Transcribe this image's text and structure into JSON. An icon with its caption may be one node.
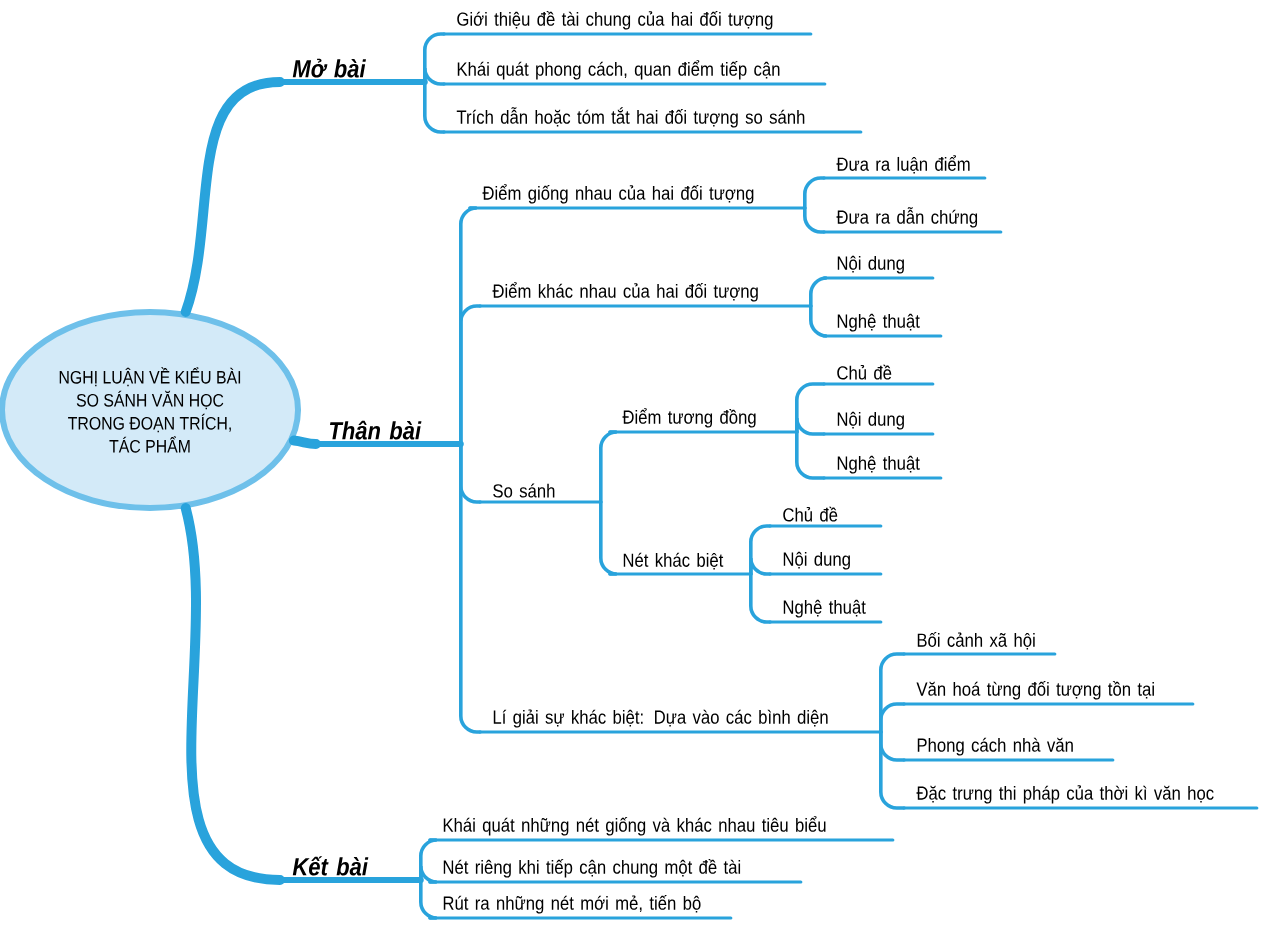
{
  "diagram": {
    "nodes": [
      {
        "text": [
          "NGHỊ LUẬN VỀ KIỂU BÀI SO SÁNH VĂN HỌC TRONG ĐOẠN TRÍCH, TÁC PHẨM"
        ]
      },
      {
        "text": [
          "Mở bài"
        ]
      },
      {
        "text": [
          "Giới thiệu đề tài chung của hai đối tượng"
        ]
      },
      {
        "text": [
          "Khái quát phong cách, quan điểm tiếp cận"
        ]
      },
      {
        "text": [
          "Trích dẫn hoặc tóm tắt hai đối tượng so sánh"
        ]
      },
      {
        "text": [
          "Thân bài"
        ]
      },
      {
        "text": [
          "Điểm giống nhau của hai đối tượng"
        ]
      },
      {
        "text": [
          "Đưa ra luận điểm"
        ]
      },
      {
        "text": [
          "Đưa ra dẫn chứng"
        ]
      },
      {
        "text": [
          "Điểm khác nhau của hai đối tượng"
        ]
      },
      {
        "text": [
          "Nội dung"
        ]
      },
      {
        "text": [
          "Nghệ thuật"
        ]
      },
      {
        "text": [
          "So sánh"
        ]
      },
      {
        "text": [
          "Điểm tương đồng"
        ]
      },
      {
        "text": [
          "Chủ đề"
        ]
      },
      {
        "text": [
          "Nội dung"
        ]
      },
      {
        "text": [
          "Nghệ thuật"
        ]
      },
      {
        "text": [
          "Nét khác biệt"
        ]
      },
      {
        "text": [
          "Chủ đề"
        ]
      },
      {
        "text": [
          "Nội dung"
        ]
      },
      {
        "text": [
          "Nghệ thuật"
        ]
      },
      {
        "text": [
          "Lí giải sự khác biệt: Dựa vào các bình diện"
        ]
      },
      {
        "text": [
          "Bối cảnh xã hội"
        ]
      },
      {
        "text": [
          "Văn hoá từng đối tượng tồn tại"
        ]
      },
      {
        "text": [
          "Phong cách nhà văn"
        ]
      },
      {
        "text": [
          "Đặc trưng thi pháp của thời kì văn học"
        ]
      },
      {
        "text": [
          "Kết bài"
        ]
      },
      {
        "text": [
          "Khái quát những nét giống và khác nhau tiêu biểu"
        ]
      },
      {
        "text": [
          "Nét riêng khi tiếp cận chung một đề tài"
        ]
      },
      {
        "text": [
          "Rút ra những nét mới mẻ, tiến bộ"
        ]
      }
    ],
    "edges": [
      {
        "from": 0,
        "to": 1,
        "arrow": "none",
        "style": "thick"
      },
      {
        "from": 1,
        "to": 2,
        "arrow": "none"
      },
      {
        "from": 1,
        "to": 3,
        "arrow": "none"
      },
      {
        "from": 1,
        "to": 4,
        "arrow": "none"
      },
      {
        "from": 0,
        "to": 5,
        "arrow": "none",
        "style": "thick"
      },
      {
        "from": 5,
        "to": 6,
        "arrow": "none"
      },
      {
        "from": 6,
        "to": 7,
        "arrow": "none"
      },
      {
        "from": 6,
        "to": 8,
        "arrow": "none"
      },
      {
        "from": 5,
        "to": 9,
        "arrow": "none"
      },
      {
        "from": 9,
        "to": 10,
        "arrow": "none"
      },
      {
        "from": 9,
        "to": 11,
        "arrow": "none"
      },
      {
        "from": 5,
        "to": 12,
        "arrow": "none"
      },
      {
        "from": 12,
        "to": 13,
        "arrow": "none"
      },
      {
        "from": 13,
        "to": 14,
        "arrow": "none"
      },
      {
        "from": 13,
        "to": 15,
        "arrow": "none"
      },
      {
        "from": 13,
        "to": 16,
        "arrow": "none"
      },
      {
        "from": 12,
        "to": 17,
        "arrow": "none"
      },
      {
        "from": 17,
        "to": 18,
        "arrow": "none"
      },
      {
        "from": 17,
        "to": 19,
        "arrow": "none"
      },
      {
        "from": 17,
        "to": 20,
        "arrow": "none"
      },
      {
        "from": 5,
        "to": 21,
        "arrow": "none"
      },
      {
        "from": 21,
        "to": 22,
        "arrow": "none"
      },
      {
        "from": 21,
        "to": 23,
        "arrow": "none"
      },
      {
        "from": 21,
        "to": 24,
        "arrow": "none"
      },
      {
        "from": 21,
        "to": 25,
        "arrow": "none"
      },
      {
        "from": 0,
        "to": 26,
        "arrow": "none",
        "style": "thick"
      },
      {
        "from": 26,
        "to": 27,
        "arrow": "none"
      },
      {
        "from": 26,
        "to": 28,
        "arrow": "none"
      },
      {
        "from": 26,
        "to": 29,
        "arrow": "none"
      }
    ]
  }
}
